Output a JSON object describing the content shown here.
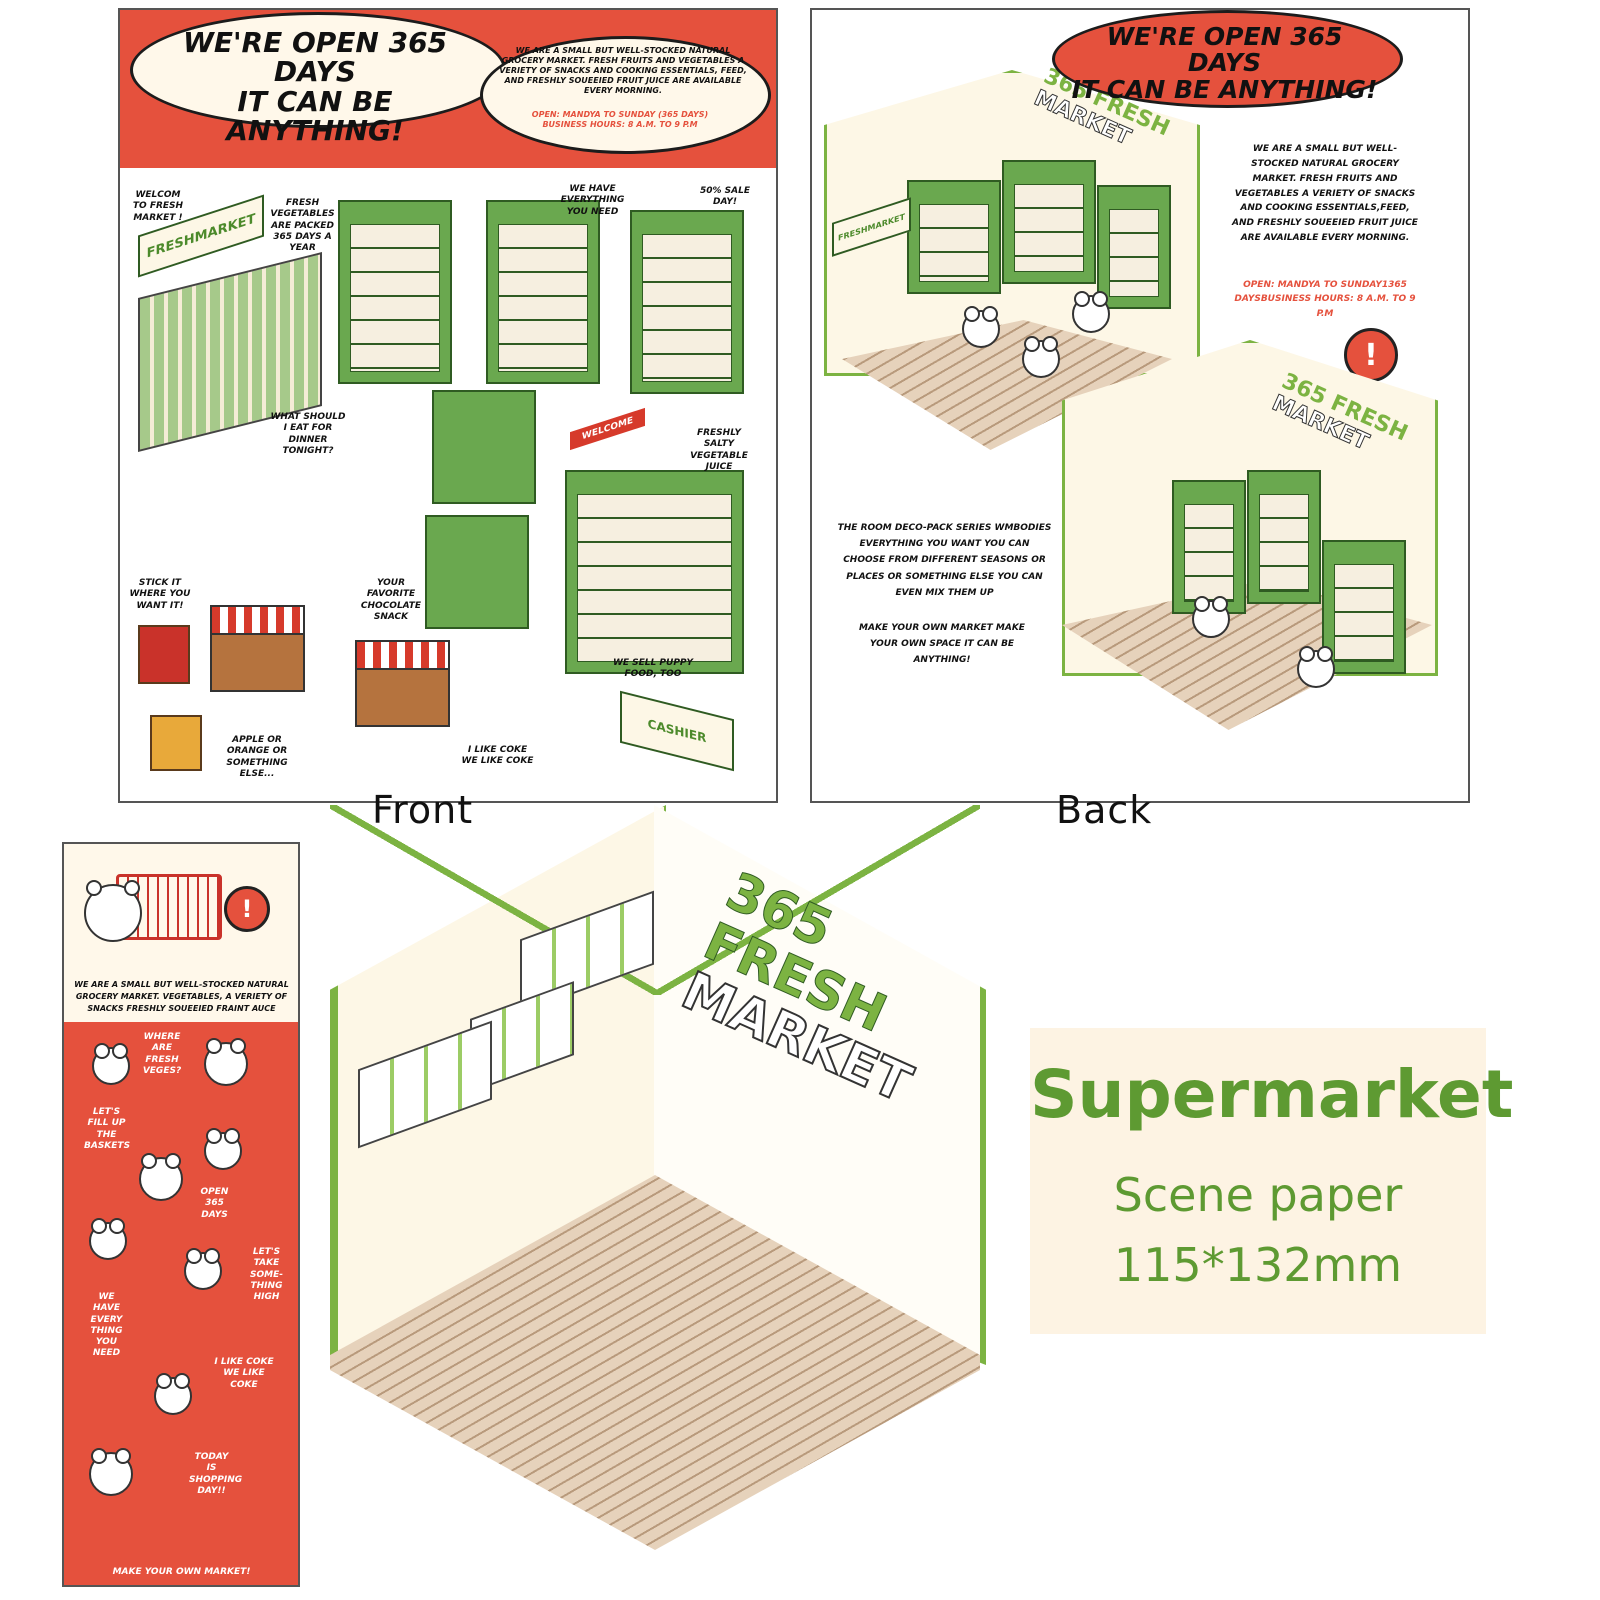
{
  "captions": {
    "front": "Front",
    "back": "Back"
  },
  "front": {
    "headline_1": "WE'RE OPEN 365 DAYS",
    "headline_2": "IT CAN BE ANYTHING!",
    "intro": "WE ARE A SMALL BUT WELL-STOCKED NATURAL GROCERY MARKET. FRESH FRUITS AND VEGETABLES A VERIETY OF SNACKS AND COOKING ESSENTIALS, FEED, AND FRESHLY SOUEEIED FRUIT JUICE ARE AVAILABLE EVERY MORNING.",
    "hours": "OPEN: MANDYA TO SUNDAY (365 DAYS) BUSINESS HOURS: 8 A.M. TO 9 P.M",
    "sign": "FRESHMARKET",
    "welcome_mat": "WELCOME",
    "cashier": "CASHIER",
    "notes": [
      "WELCOM TO FRESH MARKET !",
      "FRESH VEGETABLES ARE PACKED 365 DAYS A YEAR",
      "WE HAVE EVERYTHING YOU NEED",
      "50% SALE DAY!",
      "WHAT SHOULD I EAT FOR DINNER TONIGHT?",
      "FRESHLY SALTY VEGETABLE JUICE",
      "STICK IT WHERE YOU WANT IT!",
      "YOUR FAVORITE CHOCOLATE SNACK",
      "WE SELL PUPPY FOOD, TOO",
      "APPLE OR ORANGE OR SOMETHING ELSE...",
      "I LIKE COKE WE LIKE COKE"
    ]
  },
  "back": {
    "headline_1": "WE'RE OPEN 365 DAYS",
    "headline_2": "IT CAN BE ANYTHING!",
    "wall_sign_1": "365 FRESH",
    "wall_sign_2": "MARKET",
    "store_sign": "FRESHMARKET",
    "intro": "WE ARE A SMALL BUT WELL-STOCKED NATURAL GROCERY MARKET. FRESH FRUITS AND VEGETABLES A VERIETY OF SNACKS AND COOKING ESSENTIALS,FEED, AND FRESHLY SOUEEIED FRUIT JUICE ARE AVAILABLE EVERY MORNING.",
    "hours": "OPEN: MANDYA TO SUNDAY1365 DAYSBUSINESS HOURS: 8 A.M. TO 9 P.M",
    "series": "THE ROOM DECO-PACK SERIES WMBODIES EVERYTHING YOU WANT YOU CAN CHOOSE FROM DIFFERENT SEASONS OR PLACES OR SOMETHING ELSE YOU CAN EVEN MIX THEM UP",
    "slogan": "MAKE YOUR OWN MARKET MAKE YOUR OWN SPACE IT CAN BE ANYTHING!",
    "exclaim": "!"
  },
  "stickers": {
    "exclaim": "!",
    "intro": "WE ARE A SMALL BUT WELL-STOCKED NATURAL GROCERY MARKET. VEGETABLES, A VERIETY OF SNACKS FRESHLY SOUEEIED FRAINT AUCE",
    "notes": [
      "WHERE ARE FRESH VEGES?",
      "LET'S FILL UP THE BASKETS",
      "OPEN 365 DAYS",
      "LET'S TAKE SOME-THING HIGH",
      "WE HAVE EVERY THING YOU NEED",
      "I LIKE COKE WE LIKE COKE",
      "TODAY IS SHOPPING DAY!!"
    ],
    "footer": "MAKE YOUR OWN MARKET!"
  },
  "room": {
    "sign_1": "365 FRESH",
    "sign_2": "MARKET"
  },
  "product": {
    "title": "Supermarket",
    "subtitle": "Scene paper",
    "size": "115*132mm"
  },
  "colors": {
    "red": "#e5513d",
    "green": "#6aa84f",
    "cream": "#fdf7e6",
    "wood": "#c9a57e"
  }
}
